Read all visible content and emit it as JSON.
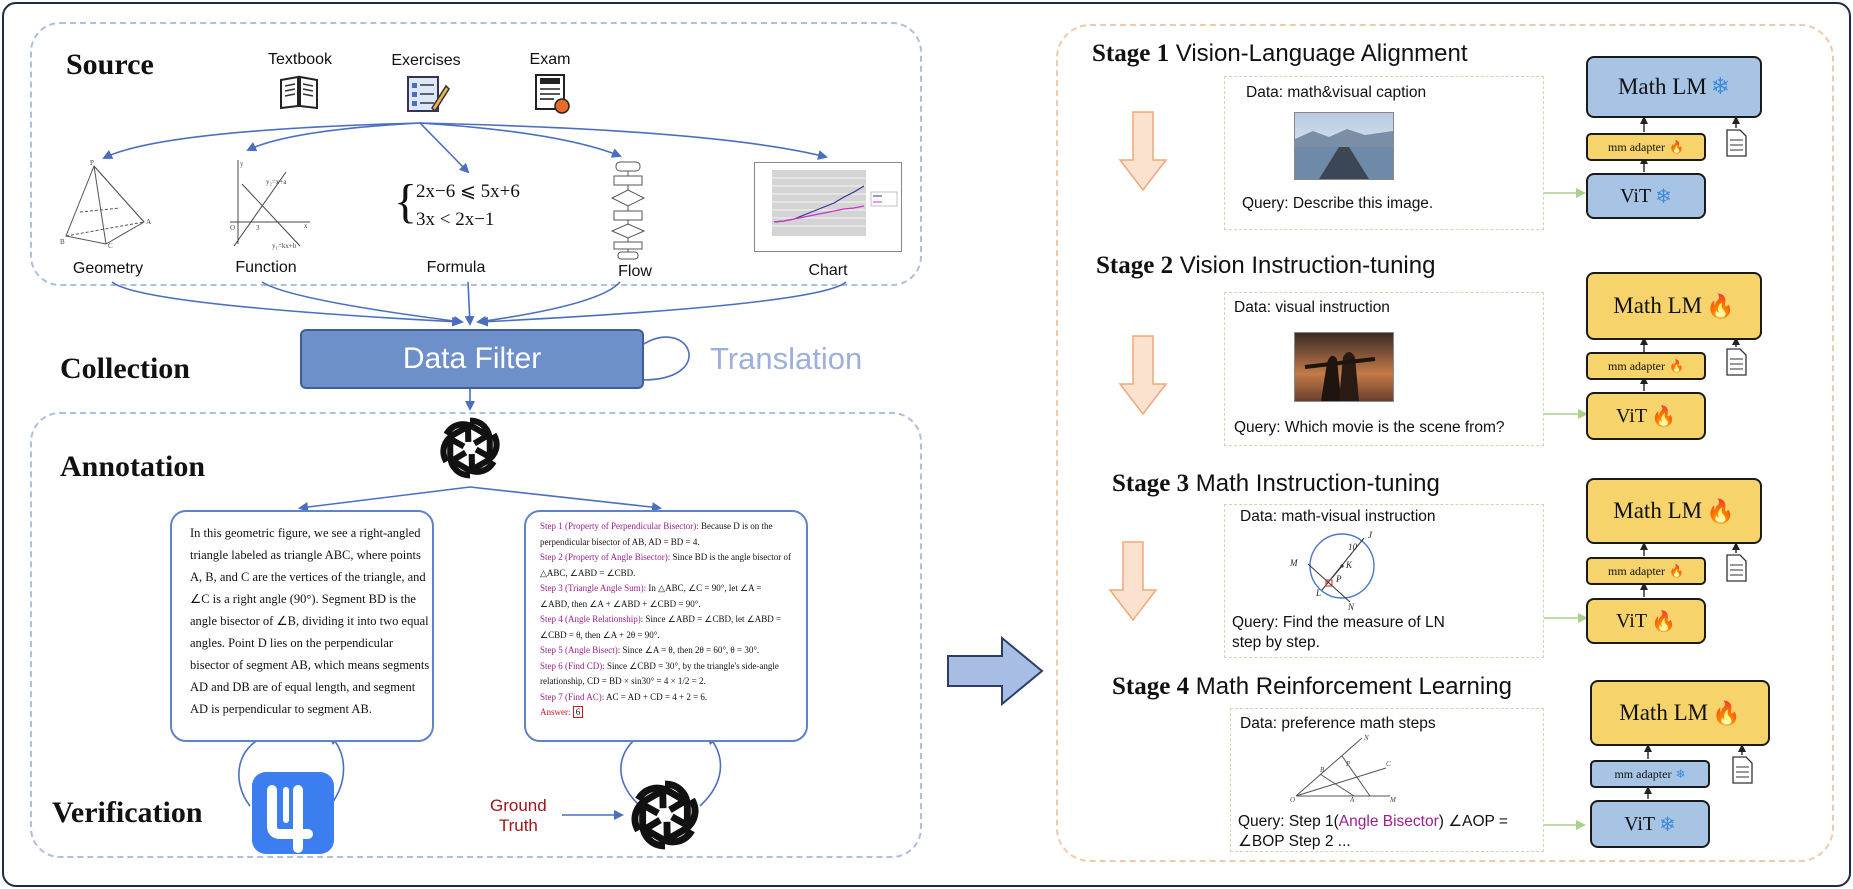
{
  "left": {
    "source": {
      "title": "Source",
      "sources": [
        {
          "label": "Textbook",
          "icon": "book-icon"
        },
        {
          "label": "Exercises",
          "icon": "worksheet-icon"
        },
        {
          "label": "Exam",
          "icon": "exam-icon"
        }
      ],
      "categories": [
        "Geometry",
        "Function",
        "Formula",
        "Flow",
        "Chart"
      ],
      "formula_lines": [
        "2x−6 ⩽ 5x+6",
        "3x < 2x−1"
      ]
    },
    "collection": {
      "title": "Collection",
      "filter_label": "Data Filter",
      "translation_label": "Translation"
    },
    "annotation": {
      "title": "Annotation",
      "caption_text": "In this geometric figure, we see a right-angled triangle labeled as triangle ABC, where points A, B, and C are the vertices of the triangle, and ∠C is a right angle (90°). Segment BD is the angle bisector of ∠B, dividing it into two equal angles. Point D lies on the perpendicular bisector of segment AB, which means segments AD and DB are of equal length, and segment AD is perpendicular to segment AB.",
      "steps": [
        {
          "title": "Step 1 (Property of Perpendicular Bisector):",
          "body": " Because D is on the perpendicular bisector of AB, AD = BD = 4."
        },
        {
          "title": "Step 2 (Property of Angle Bisector):",
          "body": " Since BD is the angle bisector of △ABC, ∠ABD = ∠CBD."
        },
        {
          "title": "Step 3 (Triangle Angle Sum):",
          "body": " In △ABC, ∠C = 90°, let ∠A = ∠ABD, then ∠A + ∠ABD + ∠CBD = 90°."
        },
        {
          "title": "Step 4 (Angle Relationship):",
          "body": " Since ∠ABD = ∠CBD, let ∠ABD = ∠CBD = θ, then ∠A + 2θ = 90°."
        },
        {
          "title": "Step 5 (Angle Bisect):",
          "body": " Since ∠A = θ, then 2θ = 60°, θ = 30°."
        },
        {
          "title": "Step 6 (Find CD):",
          "body": " Since ∠CBD = 30°, by the triangle's side-angle relationship, CD = BD × sin30° = 4 × 1/2 = 2."
        },
        {
          "title": "Step 7 (Find AC):",
          "body": " AC = AD + CD = 4 + 2 = 6."
        }
      ],
      "answer_label": "Answer:",
      "answer_value": "6"
    },
    "verification": {
      "title": "Verification",
      "ground_truth_line1": "Ground",
      "ground_truth_line2": "Truth"
    }
  },
  "stages": [
    {
      "num": "Stage 1",
      "name": "Vision-Language Alignment",
      "data": "Data: math&visual caption",
      "query": "Query: Describe this image.",
      "lm_label": "Math LM",
      "lm_state": "frozen",
      "adapter_label": "mm adapter",
      "adapter_state": "trainable",
      "vit_label": "ViT",
      "vit_state": "frozen"
    },
    {
      "num": "Stage 2",
      "name": "Vision Instruction-tuning",
      "data": "Data: visual instruction",
      "query": "Query: Which movie is the scene from?",
      "lm_label": "Math LM",
      "lm_state": "trainable",
      "adapter_label": "mm adapter",
      "adapter_state": "trainable",
      "vit_label": "ViT",
      "vit_state": "trainable"
    },
    {
      "num": "Stage 3",
      "name": "Math Instruction-tuning",
      "data": "Data: math-visual instruction",
      "query": "Query: Find the measure of LN step by step.",
      "lm_label": "Math LM",
      "lm_state": "trainable",
      "adapter_label": "mm adapter",
      "adapter_state": "trainable",
      "vit_label": "ViT",
      "vit_state": "trainable"
    },
    {
      "num": "Stage 4",
      "name": "Math Reinforcement Learning",
      "data": "Data: preference math steps",
      "query_prefix": "Query: Step 1(",
      "query_highlight": "Angle Bisector",
      "query_suffix": ") ∠AOP = ∠BOP Step 2 ...",
      "lm_label": "Math LM",
      "lm_state": "trainable",
      "adapter_label": "mm adapter",
      "adapter_state": "frozen",
      "vit_label": "ViT",
      "vit_state": "frozen"
    }
  ],
  "icons": {
    "frozen": "❄",
    "trainable": "🔥"
  },
  "colors": {
    "frozen_module": "#a8c4e5",
    "trainable_module": "#f6d46b",
    "arrow_blue": "#4a6fc0",
    "arrow_orange": "#fbe2cf"
  }
}
